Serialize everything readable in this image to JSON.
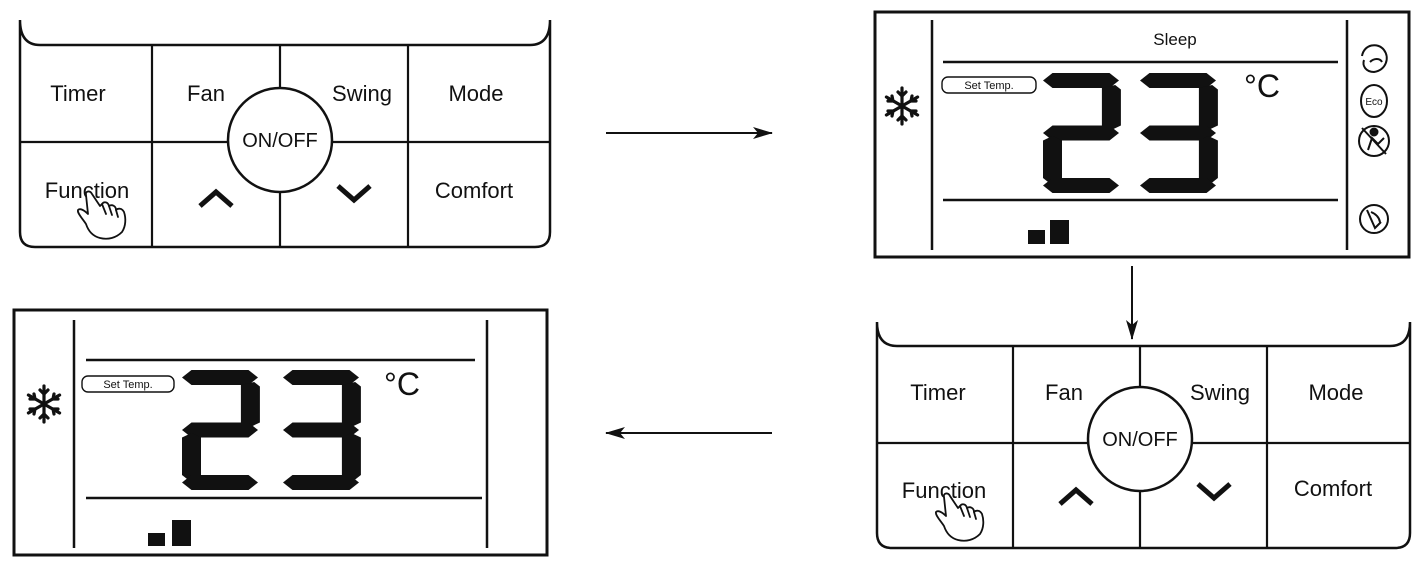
{
  "remote_top": {
    "buttons": {
      "timer": "Timer",
      "fan": "Fan",
      "swing": "Swing",
      "mode": "Mode",
      "onoff": "ON/OFF",
      "function": "Function",
      "comfort": "Comfort"
    }
  },
  "display_top": {
    "sleep_label": "Sleep",
    "set_temp_label": "Set Temp.",
    "temperature": "23",
    "unit": "°C",
    "mode_icon": "snowflake-icon",
    "fan_level_icon": "fan-level-icon",
    "side_icons": [
      "sleep-icon",
      "eco-icon",
      "no-person-icon",
      "clean-icon"
    ]
  },
  "remote_bottom": {
    "buttons": {
      "timer": "Timer",
      "fan": "Fan",
      "swing": "Swing",
      "mode": "Mode",
      "onoff": "ON/OFF",
      "function": "Function",
      "comfort": "Comfort"
    }
  },
  "display_bottom": {
    "set_temp_label": "Set Temp.",
    "temperature": "23",
    "unit": "°C",
    "mode_icon": "snowflake-icon",
    "fan_level_icon": "fan-level-icon"
  },
  "arrows": [
    "right",
    "down",
    "left"
  ]
}
